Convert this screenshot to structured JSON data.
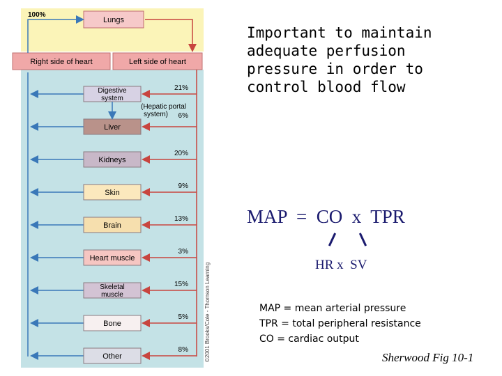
{
  "diagram": {
    "top_percent": "100%",
    "lungs": "Lungs",
    "right_heart": "Right side of heart",
    "left_heart": "Left side of heart",
    "hepatic_portal_1": "(Hepatic portal",
    "hepatic_portal_2": "system)",
    "copyright": "©2001 Brooks/Cole - Thomson Learning",
    "organs": [
      {
        "label": "Digestive system",
        "line1": "Digestive",
        "line2": "system",
        "percent": "21%",
        "color": "#d7d2e4"
      },
      {
        "label": "Liver",
        "percent": "6%",
        "color": "#b9928a"
      },
      {
        "label": "Kidneys",
        "percent": "20%",
        "color": "#c8b8c8"
      },
      {
        "label": "Skin",
        "percent": "9%",
        "color": "#fbe8bd"
      },
      {
        "label": "Brain",
        "percent": "13%",
        "color": "#f6dfae"
      },
      {
        "label": "Heart muscle",
        "percent": "3%",
        "color": "#f6c6c2"
      },
      {
        "label": "Skeletal muscle",
        "line1": "Skeletal",
        "line2": "muscle",
        "percent": "15%",
        "color": "#d3c3d4"
      },
      {
        "label": "Bone",
        "percent": "5%",
        "color": "#f7f0f0"
      },
      {
        "label": "Other",
        "percent": "8%",
        "color": "#dcdde6"
      }
    ]
  },
  "text": {
    "title": "Important to maintain\nadequate perfusion\npressure in order to\ncontrol blood flow",
    "equation": "MAP  =  CO  x  TPR",
    "hr_sv": "HR x  SV",
    "definitions": [
      "MAP = mean arterial pressure",
      "TPR = total peripheral resistance",
      "CO = cardiac output"
    ],
    "source": "Sherwood Fig 10-1"
  }
}
